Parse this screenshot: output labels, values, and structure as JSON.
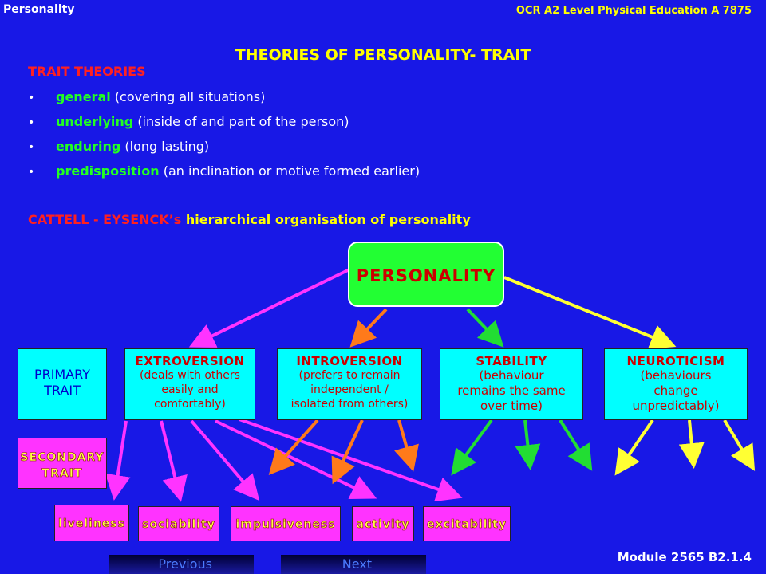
{
  "header": {
    "topic": "Personality",
    "course": "OCR A2 Level Physical Education A 7875"
  },
  "title": "THEORIES OF PERSONALITY- TRAIT",
  "trait_heading": "TRAIT THEORIES",
  "bullets": [
    {
      "term": "general",
      "desc": "(covering all situations)"
    },
    {
      "term": "underlying",
      "desc": "(inside of and part of the person)"
    },
    {
      "term": "enduring",
      "desc": "(long lasting)"
    },
    {
      "term": "predisposition",
      "desc": "(an inclination or motive formed earlier)"
    }
  ],
  "bullet_char": "•",
  "cattell": {
    "names": "CATTELL - EYSENCK’s",
    "rest": "hierarchical organisation of personality"
  },
  "diagram": {
    "root": "PERSONALITY",
    "primary_label": [
      "PRIMARY",
      "TRAIT"
    ],
    "secondary_label": [
      "SECONDARY",
      "TRAIT"
    ],
    "traits": [
      {
        "name": "EXTROVERSION",
        "desc": [
          "(deals with others",
          "easily and",
          "comfortably)"
        ]
      },
      {
        "name": "INTROVERSION",
        "desc": [
          "(prefers to remain",
          "independent /",
          "isolated from others)"
        ]
      },
      {
        "name": "STABILITY",
        "desc": [
          "(behaviour",
          "remains the same",
          "over time)"
        ]
      },
      {
        "name": "NEUROTICISM",
        "desc": [
          "(behaviours",
          "change",
          "unpredictably)"
        ]
      }
    ],
    "secondary": [
      "liveliness",
      "sociability",
      "impulsiveness",
      "activity",
      "excitability"
    ]
  },
  "colors": {
    "background": "#1818e6",
    "pink_arrow": "#ff33ff",
    "orange_arrow": "#ff7a1a",
    "green_arrow": "#22dd33",
    "yellow_arrow": "#ffff33"
  },
  "nav": {
    "previous": "Previous",
    "next": "Next"
  },
  "footer": {
    "module": "Module 2565 B2.1.4"
  }
}
